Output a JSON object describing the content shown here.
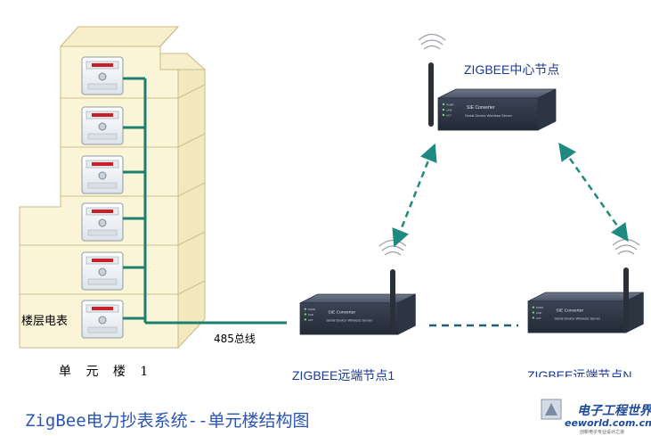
{
  "nodes": {
    "center_label": "ZIGBEE中心节点",
    "remote1_label": "ZIGBEE远端节点1",
    "remoteN_label": "ZIGBEE远端节点N"
  },
  "building": {
    "floor_meter_label": "楼层电表",
    "bus_label": "485总线",
    "name": "单 元 楼 1"
  },
  "device": {
    "brand_name": "SIE Converter",
    "subtitle": "Serial Device Wireless Server",
    "indicators": [
      "PLWR",
      "LINK",
      "ACT"
    ]
  },
  "title": "ZigBee电力抄表系统--单元楼结构图",
  "logo": {
    "cn": "电子工程世界",
    "en": "eeworld.com.cn",
    "sub": "创新电子专业设计之道"
  },
  "colors": {
    "building_fill": "#fbf5d8",
    "wiring": "#1d7f6f",
    "wireless_link": "#1f8a80",
    "device_body": "#3d4657",
    "label_blue": "#1a3a9a",
    "title_blue": "#2a55b8"
  }
}
